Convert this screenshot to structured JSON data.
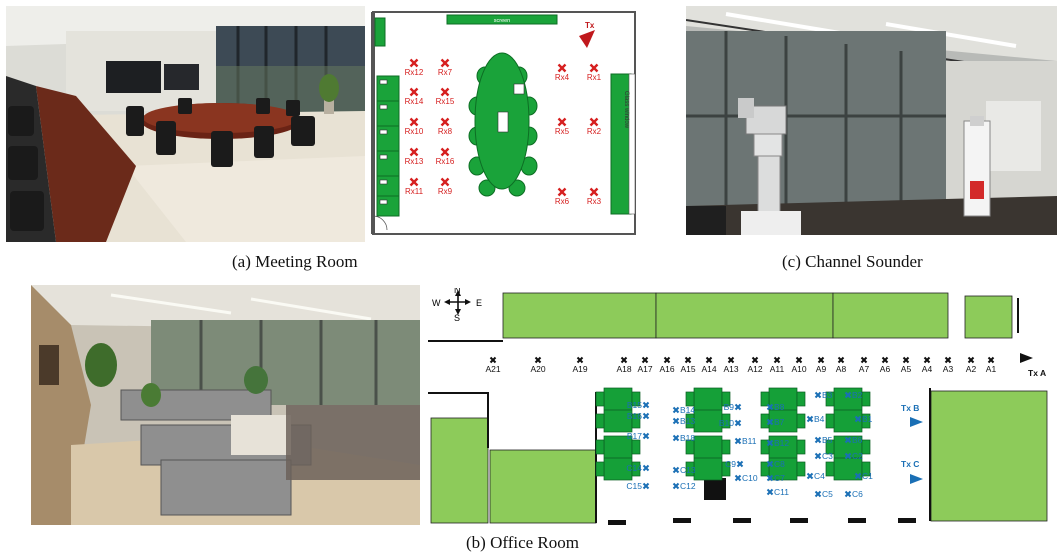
{
  "captions": {
    "a": "(a) Meeting Room",
    "b": "(b) Office Room",
    "c": "(c) Channel Sounder"
  },
  "meeting_plan": {
    "tx_label": "Tx",
    "top_label": "screen",
    "window_label": "Glass window",
    "colors": {
      "rx": "#d62020",
      "tx": "#c0181c",
      "furniture": "#1aa33a",
      "wall": "#555555"
    },
    "receivers": [
      {
        "id": "rx12",
        "label": "Rx12"
      },
      {
        "id": "rx7",
        "label": "Rx7"
      },
      {
        "id": "rx14",
        "label": "Rx14"
      },
      {
        "id": "rx15",
        "label": "Rx15"
      },
      {
        "id": "rx10",
        "label": "Rx10"
      },
      {
        "id": "rx8",
        "label": "Rx8"
      },
      {
        "id": "rx13",
        "label": "Rx13"
      },
      {
        "id": "rx16",
        "label": "Rx16"
      },
      {
        "id": "rx11",
        "label": "Rx11"
      },
      {
        "id": "rx9",
        "label": "Rx9"
      },
      {
        "id": "rx4",
        "label": "Rx4"
      },
      {
        "id": "rx1",
        "label": "Rx1"
      },
      {
        "id": "rx5",
        "label": "Rx5"
      },
      {
        "id": "rx2",
        "label": "Rx2"
      },
      {
        "id": "rx6",
        "label": "Rx6"
      },
      {
        "id": "rx3",
        "label": "Rx3"
      }
    ]
  },
  "office_plan": {
    "compass": {
      "n": "N",
      "s": "S",
      "w": "W",
      "e": "E"
    },
    "colors": {
      "furniture": "#8dcb5a",
      "desks": "#15a038",
      "marker_a": "#111111",
      "marker_bc": "#1a6fb5"
    },
    "a_points": [
      "A21",
      "A20",
      "A19",
      "A18",
      "A17",
      "A16",
      "A15",
      "A14",
      "A13",
      "A12",
      "A11",
      "A10",
      "A9",
      "A8",
      "A7",
      "A6",
      "A5",
      "A4",
      "A3",
      "A2",
      "A1"
    ],
    "b_points": [
      "B15",
      "B16",
      "B17",
      "B14",
      "B13",
      "B18",
      "B9",
      "B10",
      "B11",
      "B8",
      "B7",
      "B12",
      "B3",
      "B4",
      "B5",
      "B2",
      "B1",
      "B6"
    ],
    "c_points": [
      "C14",
      "C15",
      "C13",
      "C12",
      "C9",
      "C10",
      "C8",
      "C7",
      "C11",
      "C3",
      "C4",
      "C5",
      "C2",
      "C1",
      "C6"
    ],
    "tx": [
      {
        "id": "txa",
        "label": "Tx A"
      },
      {
        "id": "txb",
        "label": "Tx B"
      },
      {
        "id": "txc",
        "label": "Tx C"
      }
    ]
  }
}
